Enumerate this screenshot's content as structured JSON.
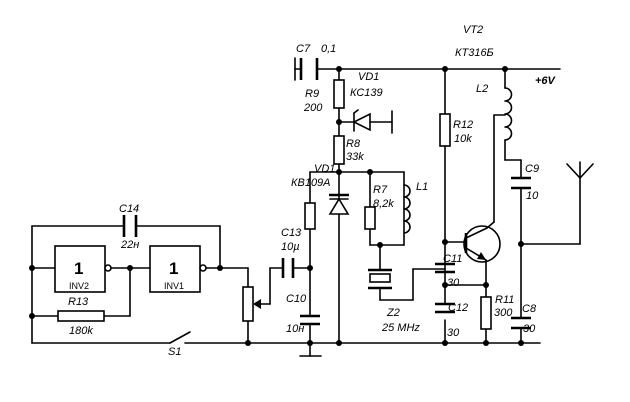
{
  "components": {
    "c7": {
      "ref": "C7",
      "value": "0,1"
    },
    "vt2": {
      "ref": "VT2",
      "value": "КТ316Б"
    },
    "supply": {
      "label": "+6V"
    },
    "vd1_zener": {
      "ref": "VD1",
      "value": "КС139"
    },
    "r9": {
      "ref": "R9",
      "value": "200"
    },
    "r8": {
      "ref": "R8",
      "value": "33k"
    },
    "vd1_varicap": {
      "ref": "VD1",
      "value": "КВ109А"
    },
    "r12": {
      "ref": "R12",
      "value": "10k"
    },
    "l2": {
      "ref": "L2"
    },
    "c9": {
      "ref": "C9",
      "value": "10"
    },
    "r7": {
      "ref": "R7",
      "value": "8,2k"
    },
    "l1": {
      "ref": "L1"
    },
    "c14": {
      "ref": "C14",
      "value": "22н"
    },
    "inv2": {
      "symbol": "1",
      "name": "INV2"
    },
    "inv1": {
      "symbol": "1",
      "name": "INV1"
    },
    "r13": {
      "ref": "R13",
      "value": "180k"
    },
    "c13": {
      "ref": "C13",
      "value": "10µ"
    },
    "c10": {
      "ref": "C10",
      "value": "10н"
    },
    "c11": {
      "ref": "C11",
      "value": "30"
    },
    "c12": {
      "ref": "C12",
      "value": "30"
    },
    "r11": {
      "ref": "R11",
      "value": "300"
    },
    "c8": {
      "ref": "C8",
      "value": "30"
    },
    "z2": {
      "ref": "Z2",
      "value": "25 MHz"
    },
    "s1": {
      "ref": "S1"
    }
  }
}
